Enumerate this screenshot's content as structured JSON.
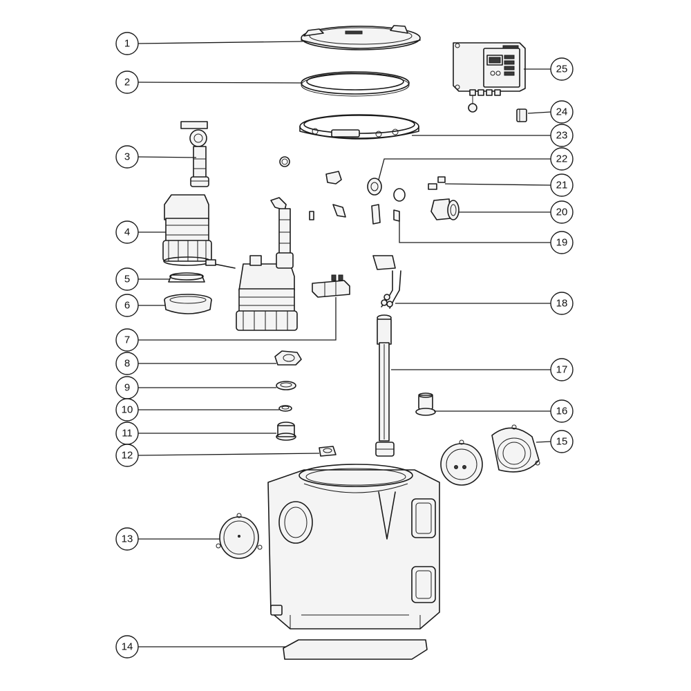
{
  "callouts": [
    {
      "id": "1",
      "label": "1"
    },
    {
      "id": "2",
      "label": "2"
    },
    {
      "id": "3",
      "label": "3"
    },
    {
      "id": "4",
      "label": "4"
    },
    {
      "id": "5",
      "label": "5"
    },
    {
      "id": "6",
      "label": "6"
    },
    {
      "id": "7",
      "label": "7"
    },
    {
      "id": "8",
      "label": "8"
    },
    {
      "id": "9",
      "label": "9"
    },
    {
      "id": "10",
      "label": "10"
    },
    {
      "id": "11",
      "label": "11"
    },
    {
      "id": "12",
      "label": "12"
    },
    {
      "id": "13",
      "label": "13"
    },
    {
      "id": "14",
      "label": "14"
    },
    {
      "id": "15",
      "label": "15"
    },
    {
      "id": "16",
      "label": "16"
    },
    {
      "id": "17",
      "label": "17"
    },
    {
      "id": "18",
      "label": "18"
    },
    {
      "id": "19",
      "label": "19"
    },
    {
      "id": "20",
      "label": "20"
    },
    {
      "id": "21",
      "label": "21"
    },
    {
      "id": "22",
      "label": "22"
    },
    {
      "id": "23",
      "label": "23"
    },
    {
      "id": "24",
      "label": "24"
    },
    {
      "id": "25",
      "label": "25"
    }
  ],
  "colors": {
    "line": "#1a1a1a",
    "background": "#ffffff"
  }
}
